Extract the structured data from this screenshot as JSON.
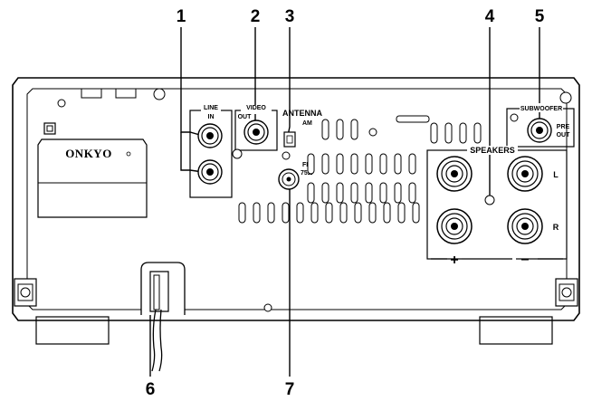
{
  "callouts": {
    "c1": "1",
    "c2": "2",
    "c3": "3",
    "c4": "4",
    "c5": "5",
    "c6": "6",
    "c7": "7"
  },
  "brand": {
    "logo": "ONKYO"
  },
  "line_in": {
    "line1": "LINE",
    "line2": "IN"
  },
  "video_out": {
    "line1": "VIDEO",
    "line2": "OUT"
  },
  "antenna": {
    "title": "ANTENNA",
    "am": "AM",
    "fm": "FM",
    "ohm": "75Ω"
  },
  "subwoofer": {
    "title": "SUBWOOFER",
    "pre": "PRE",
    "out": "OUT"
  },
  "speakers": {
    "title": "SPEAKERS",
    "left": "L",
    "right": "R",
    "plus": "+",
    "minus": "−"
  }
}
